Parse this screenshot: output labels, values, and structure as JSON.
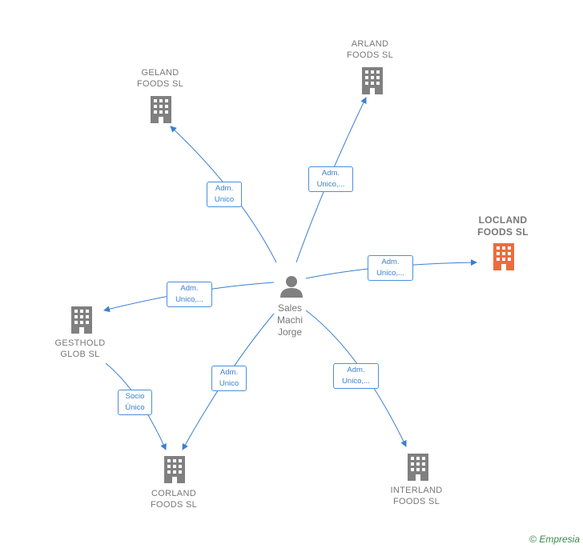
{
  "person": {
    "name_lines": [
      "Sales",
      "Machi",
      "Jorge"
    ],
    "icon": "person-icon"
  },
  "companies": [
    {
      "id": "arland",
      "lines": [
        "ARLAND",
        "FOODS  SL"
      ],
      "icon": "building-icon",
      "color": "#808080"
    },
    {
      "id": "geland",
      "lines": [
        "GELAND",
        "FOODS  SL"
      ],
      "icon": "building-icon",
      "color": "#808080"
    },
    {
      "id": "locland",
      "lines": [
        "LOCLAND",
        "FOODS  SL"
      ],
      "icon": "building-icon",
      "color": "#f06b3b"
    },
    {
      "id": "gesthold",
      "lines": [
        "GESTHOLD",
        "GLOB  SL"
      ],
      "icon": "building-icon",
      "color": "#808080"
    },
    {
      "id": "corland",
      "lines": [
        "CORLAND",
        "FOODS  SL"
      ],
      "icon": "building-icon",
      "color": "#808080"
    },
    {
      "id": "interland",
      "lines": [
        "INTERLAND",
        "FOODS  SL"
      ],
      "icon": "building-icon",
      "color": "#808080"
    }
  ],
  "relations": [
    {
      "id": "r-geland",
      "lines": [
        "Adm.",
        "Unico"
      ]
    },
    {
      "id": "r-arland",
      "lines": [
        "Adm.",
        "Unico,..."
      ]
    },
    {
      "id": "r-locland",
      "lines": [
        "Adm.",
        "Unico,..."
      ]
    },
    {
      "id": "r-gesthold",
      "lines": [
        "Adm.",
        "Unico,..."
      ]
    },
    {
      "id": "r-corland",
      "lines": [
        "Adm.",
        "Unico"
      ]
    },
    {
      "id": "r-interland",
      "lines": [
        "Adm.",
        "Unico,..."
      ]
    },
    {
      "id": "r-gesthold-corland",
      "lines": [
        "Socio",
        "Único"
      ]
    }
  ],
  "colors": {
    "edge": "#3a7fd0",
    "building": "#808080",
    "highlight": "#f06b3b",
    "person": "#808080"
  },
  "footer": {
    "copyright": "©",
    "brand": "Empresia"
  }
}
